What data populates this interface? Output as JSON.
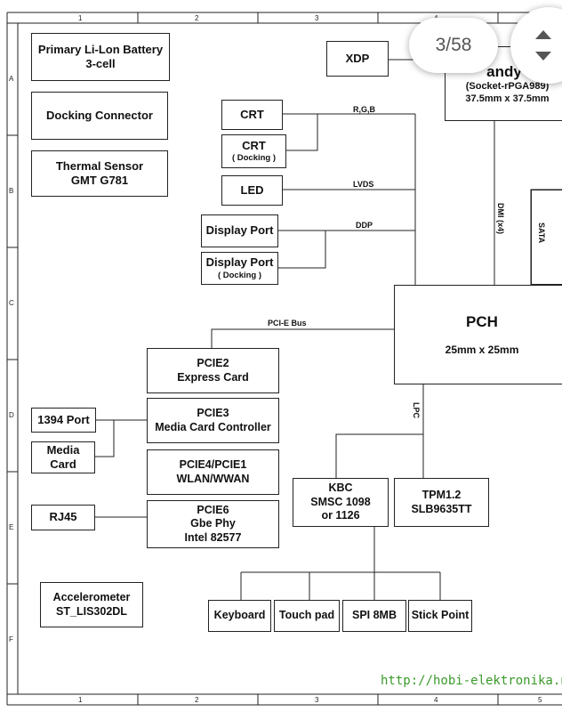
{
  "ruler": {
    "cols": [
      "1",
      "2",
      "3",
      "4",
      "5"
    ],
    "rows": [
      "A",
      "B",
      "C",
      "D",
      "E",
      "F"
    ]
  },
  "blocks": {
    "battery": [
      "Primary Li-Lon Battery",
      "3-cell"
    ],
    "docking": "Docking Connector",
    "thermal": [
      "Thermal Sensor",
      "GMT G781"
    ],
    "xdp": "XDP",
    "cpu": [
      "andy B",
      "(Socket-rPGA989)",
      "37.5mm x 37.5mm"
    ],
    "crt": "CRT",
    "crt_dock": [
      "CRT",
      "( Docking )"
    ],
    "led": "LED",
    "dp": "Display Port",
    "dp_dock": [
      "Display Port",
      "( Docking )"
    ],
    "pch": [
      "PCH",
      "25mm x 25mm"
    ],
    "pcie2": [
      "PCIE2",
      "Express Card"
    ],
    "pcie3": [
      "PCIE3",
      "Media Card Controller"
    ],
    "pcie4": [
      "PCIE4/PCIE1",
      "WLAN/WWAN"
    ],
    "pcie6": [
      "PCIE6",
      "Gbe Phy",
      "Intel 82577"
    ],
    "port1394": "1394 Port",
    "mediacard": "Media Card",
    "rj45": "RJ45",
    "kbc": [
      "KBC",
      "SMSC 1098",
      "or 1126"
    ],
    "tpm": [
      "TPM1.2",
      "SLB9635TT"
    ],
    "accel": [
      "Accelerometer",
      "ST_LIS302DL"
    ],
    "keyboard": "Keyboard",
    "touchpad": "Touch pad",
    "spi": "SPI 8MB",
    "stick": "Stick Point"
  },
  "labels": {
    "rgb": "R,G,B",
    "lvds": "LVDS",
    "ddp": "DDP",
    "pcie_bus": "PCI-E Bus",
    "dmi": "DMI (x4)",
    "sata": "SATA",
    "lpc": "LPC"
  },
  "watermark": "http://hobi-elektronika.ne",
  "pager": {
    "text": "3/58"
  }
}
